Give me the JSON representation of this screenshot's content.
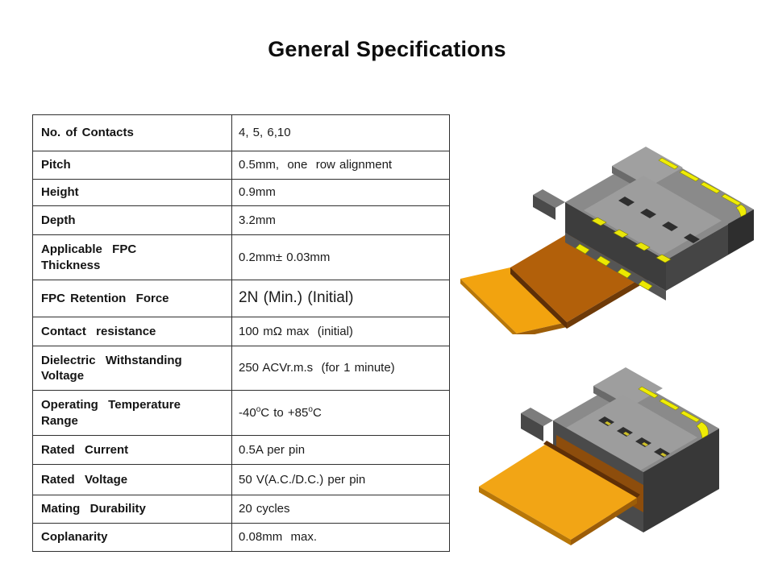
{
  "title": "General Specifications",
  "table": {
    "rows": [
      {
        "label": "No. of Contacts",
        "value": "4, 5, 6,10"
      },
      {
        "label": "Pitch",
        "value": "0.5mm,  one  row alignment"
      },
      {
        "label": "Height",
        "value": "0.9mm"
      },
      {
        "label": "Depth",
        "value": "3.2mm"
      },
      {
        "label": "Applicable  FPC\nThickness",
        "value": "0.2mm± 0.03mm"
      },
      {
        "label": "FPC Retention  Force",
        "value": "2N (Min.) (Initial)",
        "value_style": "large"
      },
      {
        "label": "Contact  resistance",
        "value": "100 mΩ max  (initial)"
      },
      {
        "label": "Dielectric  Withstanding\nVoltage",
        "value": "250 ACVr.m.s  (for 1 minute)"
      },
      {
        "label": "Operating  Temperature\nRange",
        "segments": [
          {
            "t": "-40"
          },
          {
            "t": "o",
            "sup": true
          },
          {
            "t": "C to +85"
          },
          {
            "t": "o",
            "sup": true
          },
          {
            "t": "C"
          }
        ]
      },
      {
        "label": "Rated  Current",
        "value": "0.5A per pin"
      },
      {
        "label": "Rated  Voltage",
        "value": "50 V(A.C./D.C.) per pin"
      },
      {
        "label": "Mating  Durability",
        "value": "20 cycles"
      },
      {
        "label": "Coplanarity",
        "value": "0.08mm  max."
      }
    ]
  },
  "images": {
    "top": {
      "name": "fpc-connector-with-cable-unmated"
    },
    "bottom": {
      "name": "fpc-connector-with-cable-mated"
    }
  },
  "colors": {
    "housing_gray": "#8a8a8a",
    "housing_lid": "#9d9d9d",
    "housing_dark_side": "#3a3a3a",
    "contact_yellow": "#e9e60a",
    "fpc_bright_orange": "#f2a515",
    "fpc_dark_copper": "#b2600a",
    "table_border": "#2f2f2f"
  }
}
